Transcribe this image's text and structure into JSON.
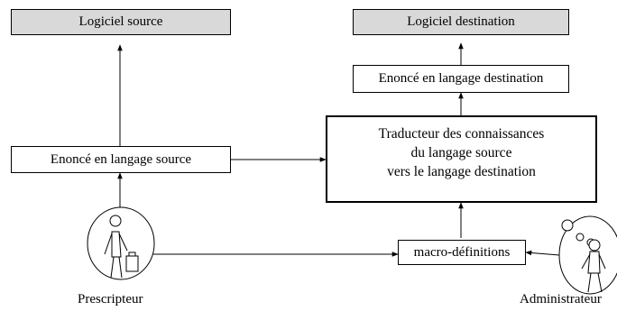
{
  "boxes": {
    "source_software": "Logiciel source",
    "destination_software": "Logiciel destination",
    "destination_statement": "Enoncé en langage destination",
    "source_statement": "Enoncé en langage source",
    "translator": {
      "line1": "Traducteur des connaissances",
      "line2": "du langage source",
      "line3": "vers le langage destination"
    },
    "macros": "macro-définitions"
  },
  "actors": {
    "prescriber": "Prescripteur",
    "administrator": "Administrateur"
  }
}
